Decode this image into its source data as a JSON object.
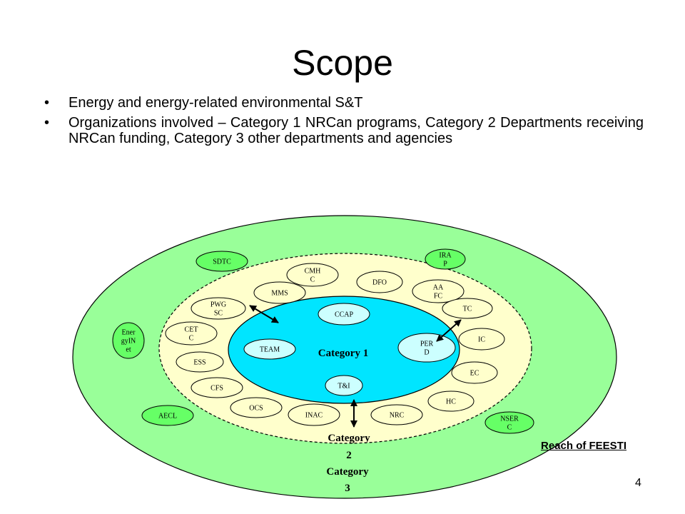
{
  "slide": {
    "title": "Scope",
    "bullets": [
      "Energy and energy-related environmental S&T",
      "Organizations involved – Category 1 NRCan programs, Category 2 Departments receiving NRCan funding, Category 3 other departments and agencies"
    ],
    "bullet_glyph": "•",
    "page_number": "4"
  },
  "diagram": {
    "colors": {
      "outer_ring": "#99ff99",
      "middle_ring": "#ffffcc",
      "inner_circle": "#00e5ff",
      "inner_node": "#ccffff",
      "node_green": "#66ff66",
      "node_cream": "#ffffcc",
      "stroke": "#000000"
    },
    "inner_label": "Category 1",
    "category2_label": [
      "Category",
      "2"
    ],
    "category3_label": [
      "Category",
      "3"
    ],
    "reach_label": "Reach of FEESTI",
    "inner_nodes": [
      {
        "lines": [
          "CCAP"
        ]
      },
      {
        "lines": [
          "TEAM"
        ]
      },
      {
        "lines": [
          "PER",
          "D"
        ]
      },
      {
        "lines": [
          "T&I"
        ]
      }
    ],
    "middle_nodes": [
      {
        "lines": [
          "CMH",
          "C"
        ]
      },
      {
        "lines": [
          "DFO"
        ]
      },
      {
        "lines": [
          "MMS"
        ]
      },
      {
        "lines": [
          "AA",
          "FC"
        ]
      },
      {
        "lines": [
          "PWG",
          "SC"
        ]
      },
      {
        "lines": [
          "TC"
        ]
      },
      {
        "lines": [
          "CET",
          "C"
        ]
      },
      {
        "lines": [
          "IC"
        ]
      },
      {
        "lines": [
          "ESS"
        ]
      },
      {
        "lines": [
          "EC"
        ]
      },
      {
        "lines": [
          "CFS"
        ]
      },
      {
        "lines": [
          "HC"
        ]
      },
      {
        "lines": [
          "OCS"
        ]
      },
      {
        "lines": [
          "INAC"
        ]
      },
      {
        "lines": [
          "NRC"
        ]
      }
    ],
    "outer_nodes": [
      {
        "lines": [
          "SDTC"
        ]
      },
      {
        "lines": [
          "IRA",
          "P"
        ]
      },
      {
        "lines": [
          "Ener",
          "gyIN",
          "et"
        ]
      },
      {
        "lines": [
          "AECL"
        ]
      },
      {
        "lines": [
          "NSER",
          "C"
        ]
      }
    ]
  }
}
